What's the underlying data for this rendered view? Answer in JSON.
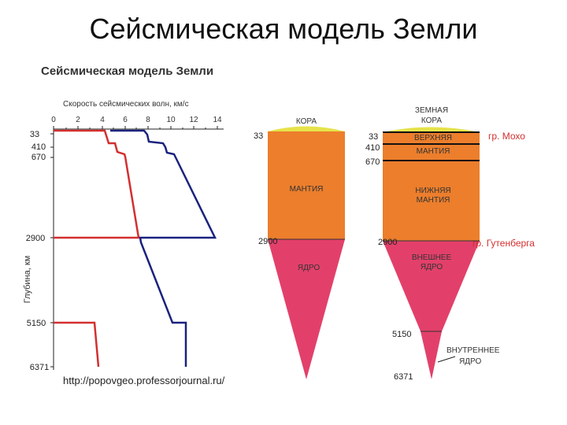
{
  "slide": {
    "title": "Сейсмическая модель Земли"
  },
  "figure": {
    "title": "Сейсмическая модель Земли",
    "url": "http://popovgeo.professorjournal.ru/",
    "colors": {
      "p_wave": "#1a237e",
      "s_wave": "#d32f2f",
      "crust": "#e6e34a",
      "mantle": "#ec7e2c",
      "core": "#e2406a",
      "boundary_label": "#d32f2f"
    }
  },
  "velocity_chart": {
    "x_axis_title": "Скорость сейсмических волн, км/с",
    "x_ticks": [
      "0",
      "2",
      "4",
      "6",
      "8",
      "10",
      "12",
      "14"
    ],
    "y_axis_title": "Глубина, км",
    "depth_ticks": [
      "33",
      "410",
      "670",
      "2900",
      "5150",
      "6371"
    ]
  },
  "left_cone": {
    "crust_label": "КОРА",
    "mantle_label": "МАНТИЯ",
    "core_label": "ЯДРО",
    "depth_33": "33",
    "depth_2900": "2900"
  },
  "right_cone": {
    "crust_label_line1": "ЗЕМНАЯ",
    "crust_label_line2": "КОРА",
    "upper_mantle_line1": "ВЕРХНЯЯ",
    "upper_mantle_line2": "МАНТИЯ",
    "lower_mantle_line1": "НИЖНЯЯ",
    "lower_mantle_line2": "МАНТИЯ",
    "outer_core_line1": "ВНЕШНЕЕ",
    "outer_core_line2": "ЯДРО",
    "inner_core_line1": "ВНУТРЕННЕЕ",
    "inner_core_line2": "ЯДРО",
    "moho": "гр. Мохо",
    "gutenberg": "гр. Гутенберга",
    "depths": [
      "33",
      "410",
      "670",
      "2900",
      "5150",
      "6371"
    ]
  }
}
